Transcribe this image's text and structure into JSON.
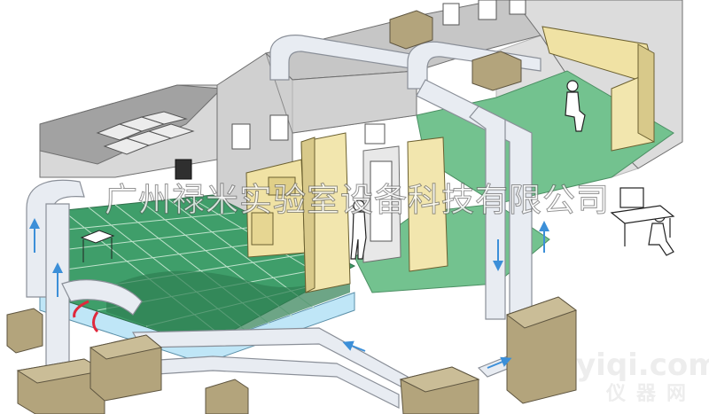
{
  "diagram": {
    "watermark_text": "广州禄米实验室设备科技有限公司",
    "brand": {
      "site": "yiqi.com",
      "label": "仪器网"
    },
    "colors": {
      "wall": "#d4d4d4",
      "wall_dark": "#b4b4b4",
      "ceiling": "#9c9c9c",
      "floor_green": "#3f9e6a",
      "floor_grid": "#bfe3cc",
      "room_floor": "#73c28f",
      "duct": "#e8ecf2",
      "duct_edge": "#8a8f98",
      "equipment": "#f0e2a4",
      "ahu_box": "#b3a47c",
      "raised_floor": "#bfe6f7",
      "arrow": "#3c8fd8",
      "arrow_red": "#e0283c"
    },
    "icons": [
      "up-arrow-icon",
      "down-arrow-icon",
      "left-arrow-icon",
      "right-arrow-icon",
      "curved-red-arrow-icon",
      "person-icon",
      "computer-icon"
    ]
  }
}
